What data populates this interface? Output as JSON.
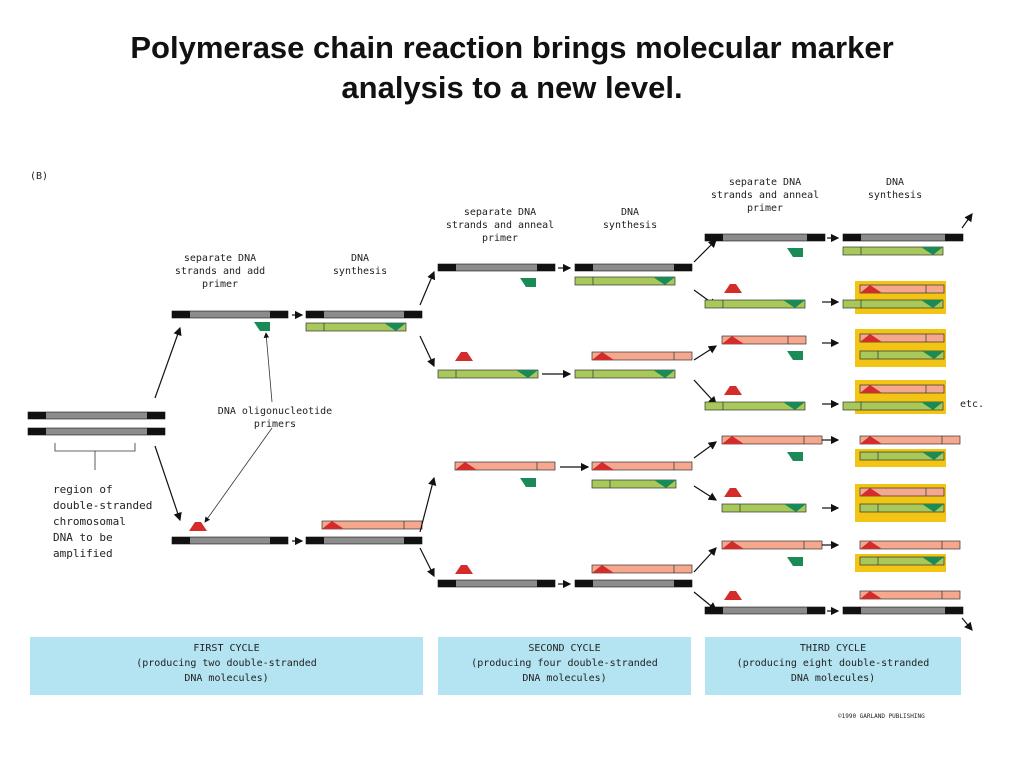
{
  "title": {
    "line1": "Polymerase chain reaction brings molecular marker",
    "line2": "analysis to a new level."
  },
  "panel_label": "(B)",
  "steps": {
    "c1_separate": [
      "separate DNA",
      "strands and add",
      "primer"
    ],
    "c1_synth": [
      "DNA",
      "synthesis"
    ],
    "c2_separate": [
      "separate DNA",
      "strands and anneal",
      "primer"
    ],
    "c2_synth": [
      "DNA",
      "synthesis"
    ],
    "c3_separate": [
      "separate DNA",
      "strands and anneal",
      "primer"
    ],
    "c3_synth": [
      "DNA",
      "synthesis"
    ]
  },
  "primers_label": [
    "DNA oligonucleotide",
    "primers"
  ],
  "region_label": [
    "region of",
    "double-stranded",
    "chromosomal",
    "DNA to be",
    "amplified"
  ],
  "etc_label": "etc.",
  "cycles": {
    "first": [
      "FIRST CYCLE",
      "(producing two double-stranded",
      "DNA molecules)"
    ],
    "second": [
      "SECOND CYCLE",
      "(producing four double-stranded",
      "DNA molecules)"
    ],
    "third": [
      "THIRD CYCLE",
      "(producing eight double-stranded",
      "DNA molecules)"
    ]
  },
  "copyright": "©1990 GARLAND PUBLISHING",
  "colors": {
    "original_strand": "#8c8c8c",
    "end_cap": "#111111",
    "green_strand": "#a8c85a",
    "pink_strand": "#f5a88e",
    "red_primer": "#d42b2b",
    "green_primer": "#1a8a57",
    "highlight": "#f2c414",
    "cycle_band": "#b4e3f1"
  }
}
